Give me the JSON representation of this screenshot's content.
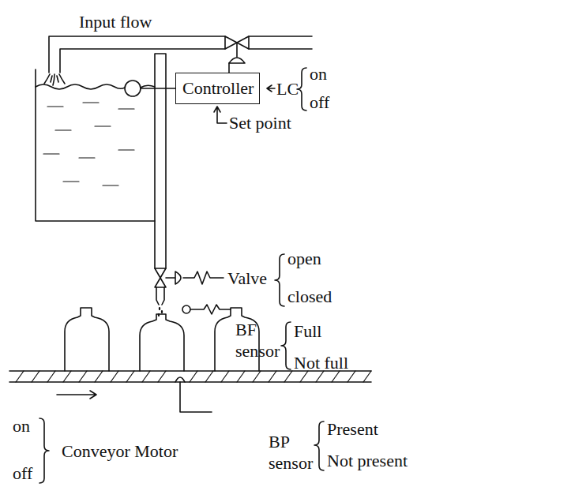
{
  "diagram": {
    "nodes": [
      {
        "text": [
          "Controller"
        ]
      }
    ],
    "labels": [
      "Input flow",
      "LC",
      "on",
      "off",
      "Set point",
      "Valve",
      "open",
      "closed",
      "BF sensor",
      "Full",
      "Not full",
      "BP sensor",
      "Present",
      "Not present",
      "on",
      "off",
      "Conveyor Motor"
    ]
  }
}
